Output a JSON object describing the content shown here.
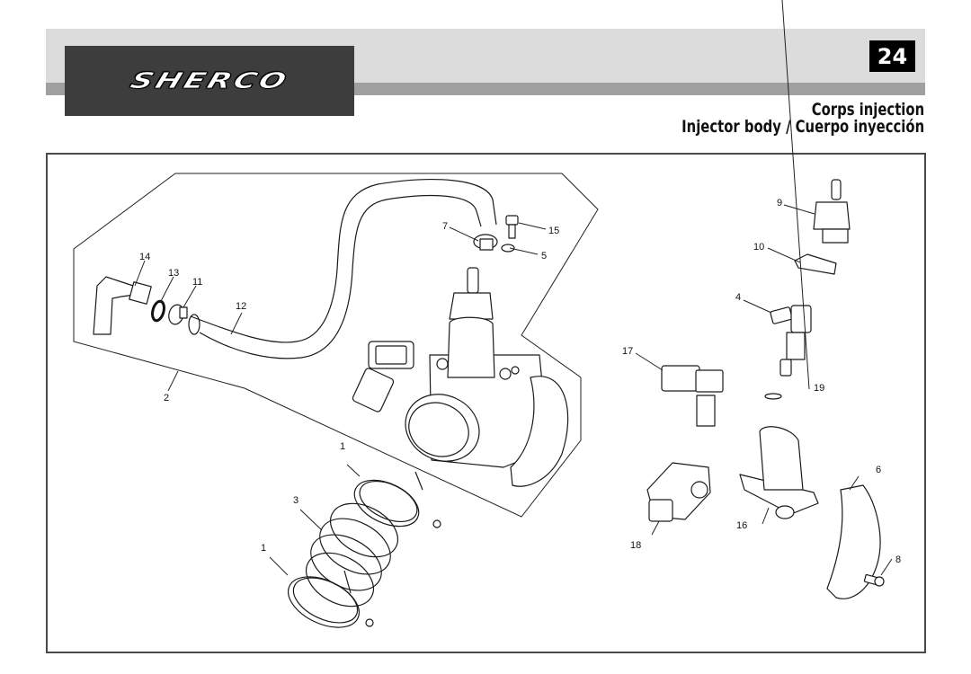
{
  "header": {
    "brand": "SHERCO",
    "page_number": "24",
    "title_fr": "Corps injection",
    "title_en_es": "Injector body / Cuerpo inyección"
  },
  "diagram": {
    "callouts": [
      {
        "id": "c1a",
        "label": "1"
      },
      {
        "id": "c1b",
        "label": "1"
      },
      {
        "id": "c2",
        "label": "2"
      },
      {
        "id": "c3",
        "label": "3"
      },
      {
        "id": "c4",
        "label": "4"
      },
      {
        "id": "c5",
        "label": "5"
      },
      {
        "id": "c6",
        "label": "6"
      },
      {
        "id": "c7",
        "label": "7"
      },
      {
        "id": "c8",
        "label": "8"
      },
      {
        "id": "c9",
        "label": "9"
      },
      {
        "id": "c10",
        "label": "10"
      },
      {
        "id": "c11",
        "label": "11"
      },
      {
        "id": "c12",
        "label": "12"
      },
      {
        "id": "c13",
        "label": "13"
      },
      {
        "id": "c14",
        "label": "14"
      },
      {
        "id": "c15",
        "label": "15"
      },
      {
        "id": "c16",
        "label": "16"
      },
      {
        "id": "c17",
        "label": "17"
      },
      {
        "id": "c18",
        "label": "18"
      },
      {
        "id": "c19",
        "label": "19"
      }
    ]
  },
  "colors": {
    "band": "#dcdcdc",
    "strip": "#a0a0a0",
    "logo_bg": "#3d3d3d",
    "page_num_bg": "#000000"
  }
}
